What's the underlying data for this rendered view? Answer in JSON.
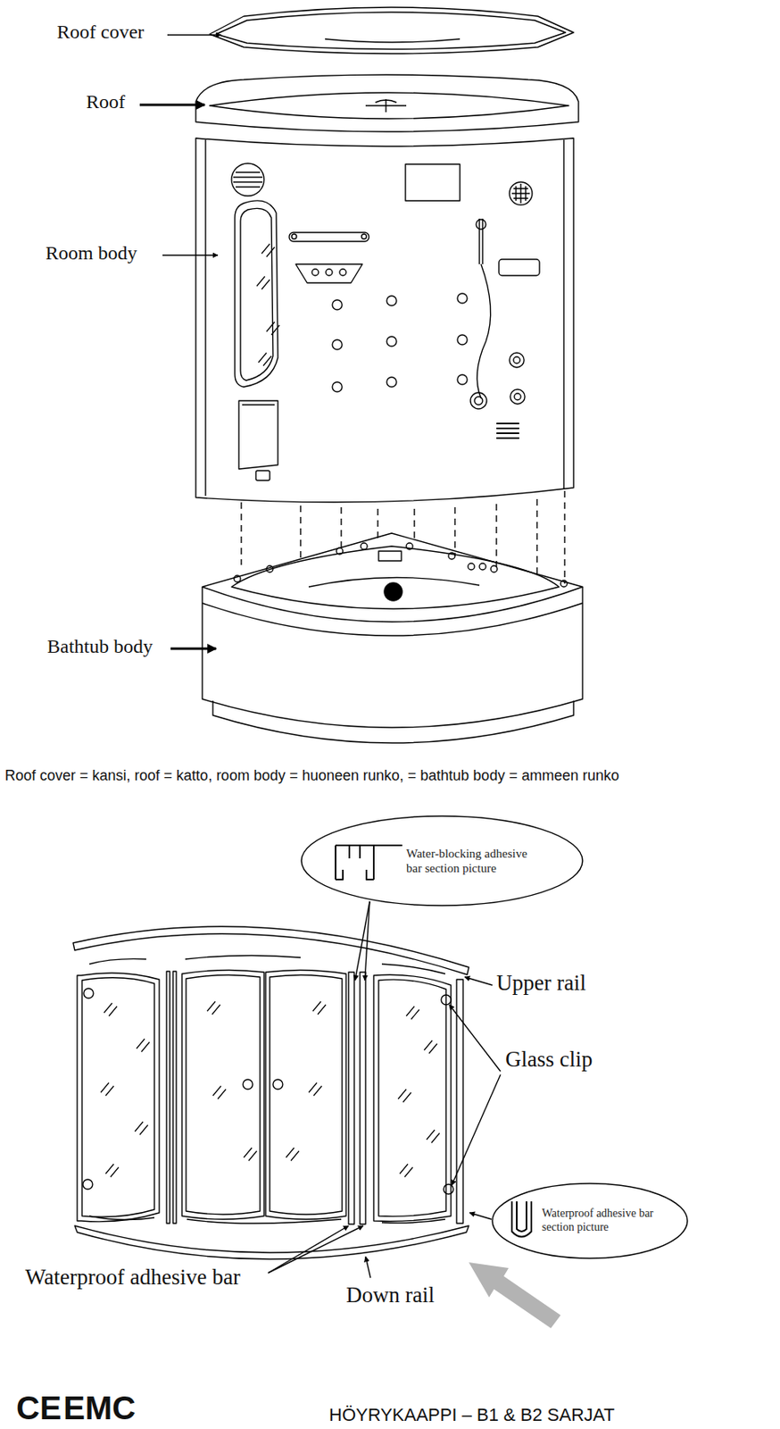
{
  "diagram": {
    "nodes": [
      {
        "text": [
          "Water-blocking adhesive bar section picture"
        ]
      },
      {
        "text": [
          "Waterproof adhesive bar section picture"
        ]
      }
    ],
    "labels": [
      "Roof cover",
      "Roof",
      "Room body",
      "Bathtub body",
      "Roof cover = kansi, roof = katto, room body = huoneen runko, = bathtub body = ammeen runko",
      "Upper rail",
      "Glass clip",
      "Waterproof adhesive bar",
      "Down rail",
      "CE",
      "EMC",
      "HÖYRYKAAPPI – B1 & B2 SARJAT"
    ]
  }
}
